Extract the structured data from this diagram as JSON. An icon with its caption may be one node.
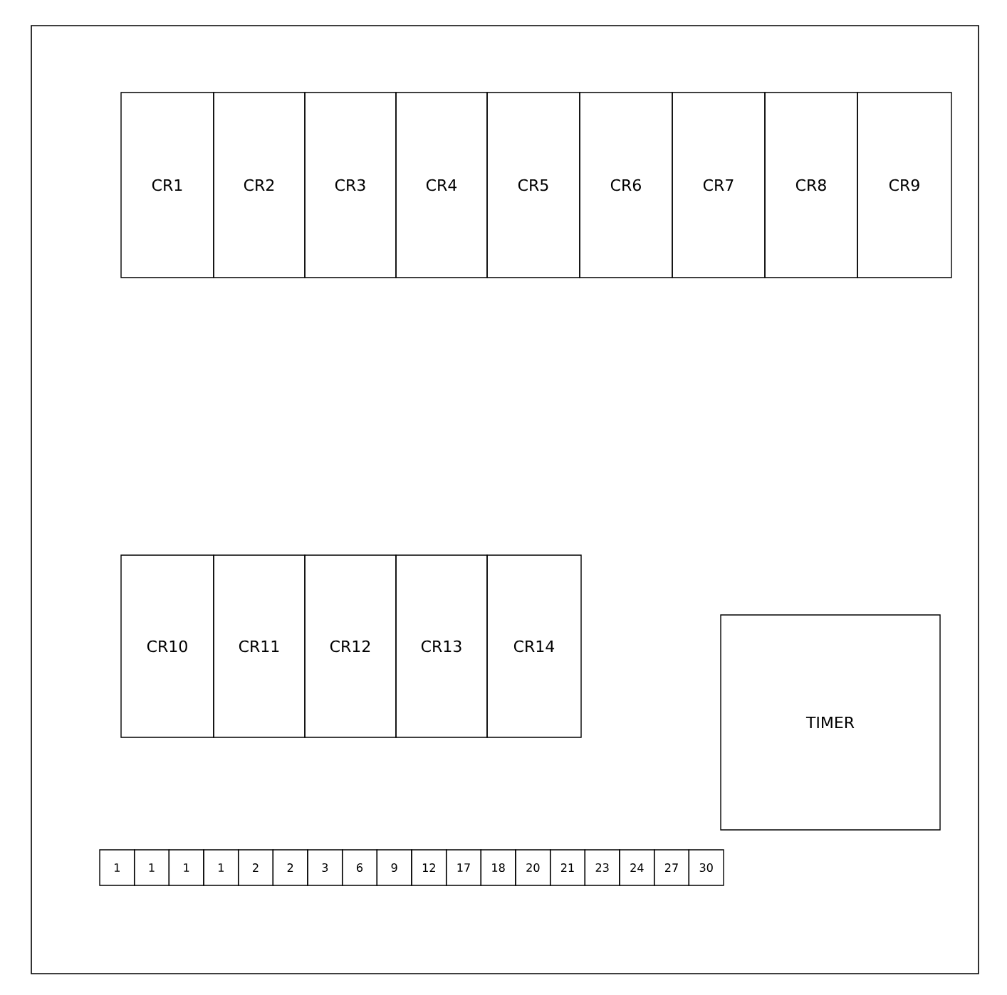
{
  "diagram": {
    "nodes": [
      {
        "text": [
          "CR1"
        ]
      },
      {
        "text": [
          "CR2"
        ]
      },
      {
        "text": [
          "CR3"
        ]
      },
      {
        "text": [
          "CR4"
        ]
      },
      {
        "text": [
          "CR5"
        ]
      },
      {
        "text": [
          "CR6"
        ]
      },
      {
        "text": [
          "CR7"
        ]
      },
      {
        "text": [
          "CR8"
        ]
      },
      {
        "text": [
          "CR9"
        ]
      },
      {
        "text": [
          "CR10"
        ]
      },
      {
        "text": [
          "CR11"
        ]
      },
      {
        "text": [
          "CR12"
        ]
      },
      {
        "text": [
          "CR13"
        ]
      },
      {
        "text": [
          "CR14"
        ]
      },
      {
        "text": [
          "TIMER"
        ]
      },
      {
        "text": [
          "1"
        ]
      },
      {
        "text": [
          "1"
        ]
      },
      {
        "text": [
          "1"
        ]
      },
      {
        "text": [
          "1"
        ]
      },
      {
        "text": [
          "2"
        ]
      },
      {
        "text": [
          "2"
        ]
      },
      {
        "text": [
          "3"
        ]
      },
      {
        "text": [
          "6"
        ]
      },
      {
        "text": [
          "9"
        ]
      },
      {
        "text": [
          "12"
        ]
      },
      {
        "text": [
          "17"
        ]
      },
      {
        "text": [
          "18"
        ]
      },
      {
        "text": [
          "20"
        ]
      },
      {
        "text": [
          "21"
        ]
      },
      {
        "text": [
          "23"
        ]
      },
      {
        "text": [
          "24"
        ]
      },
      {
        "text": [
          "27"
        ]
      },
      {
        "text": [
          "30"
        ]
      }
    ]
  }
}
